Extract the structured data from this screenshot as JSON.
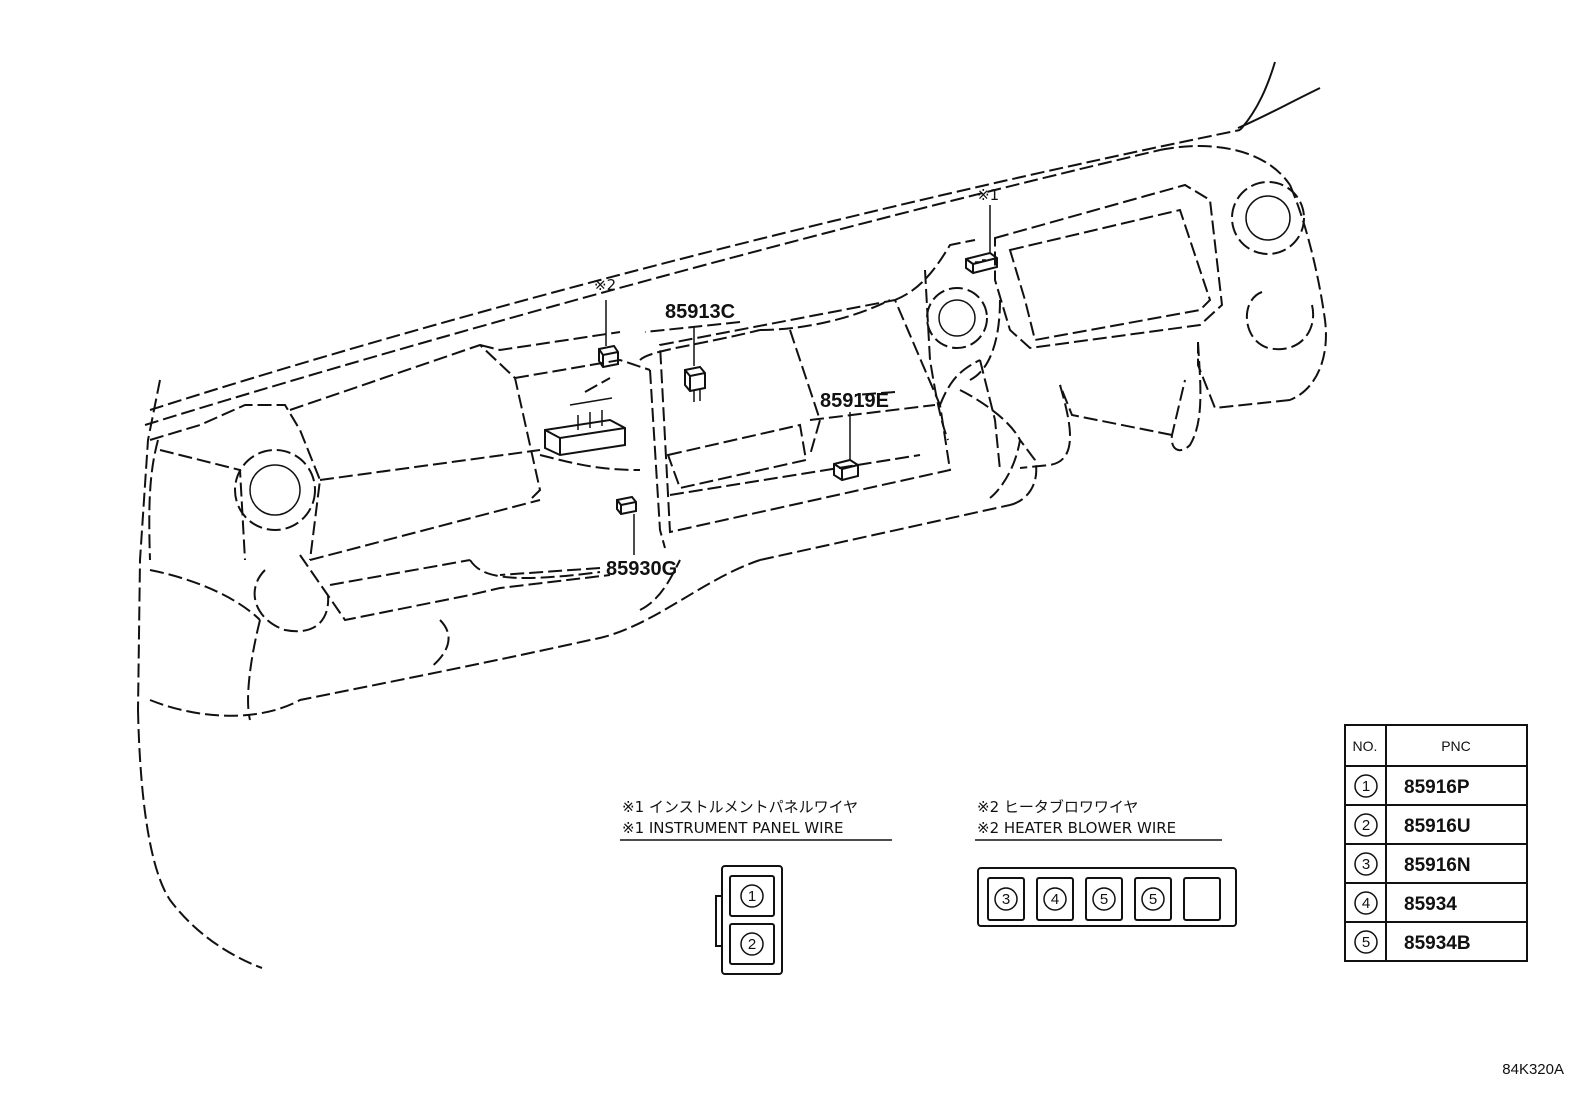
{
  "callouts": {
    "part_85913C": "85913C",
    "part_85919E": "85919E",
    "part_85930G": "85930G",
    "note1_mark": "※1",
    "note2_mark": "※2"
  },
  "legend": {
    "note1_jp": "※1 インストルメントパネルワイヤ",
    "note1_en": "※1 INSTRUMENT PANEL WIRE",
    "note2_jp": "※2 ヒータブロワワイヤ",
    "note2_en": "※2 HEATER BLOWER WIRE"
  },
  "connector_block_1": [
    "1",
    "2"
  ],
  "connector_block_2": [
    "3",
    "4",
    "5",
    "5",
    ""
  ],
  "pnc_table": {
    "header_no": "NO.",
    "header_pnc": "PNC",
    "rows": [
      {
        "no": "1",
        "pnc": "85916P"
      },
      {
        "no": "2",
        "pnc": "85916U"
      },
      {
        "no": "3",
        "pnc": "85916N"
      },
      {
        "no": "4",
        "pnc": "85934"
      },
      {
        "no": "5",
        "pnc": "85934B"
      }
    ]
  },
  "diagram_code": "84K320A"
}
